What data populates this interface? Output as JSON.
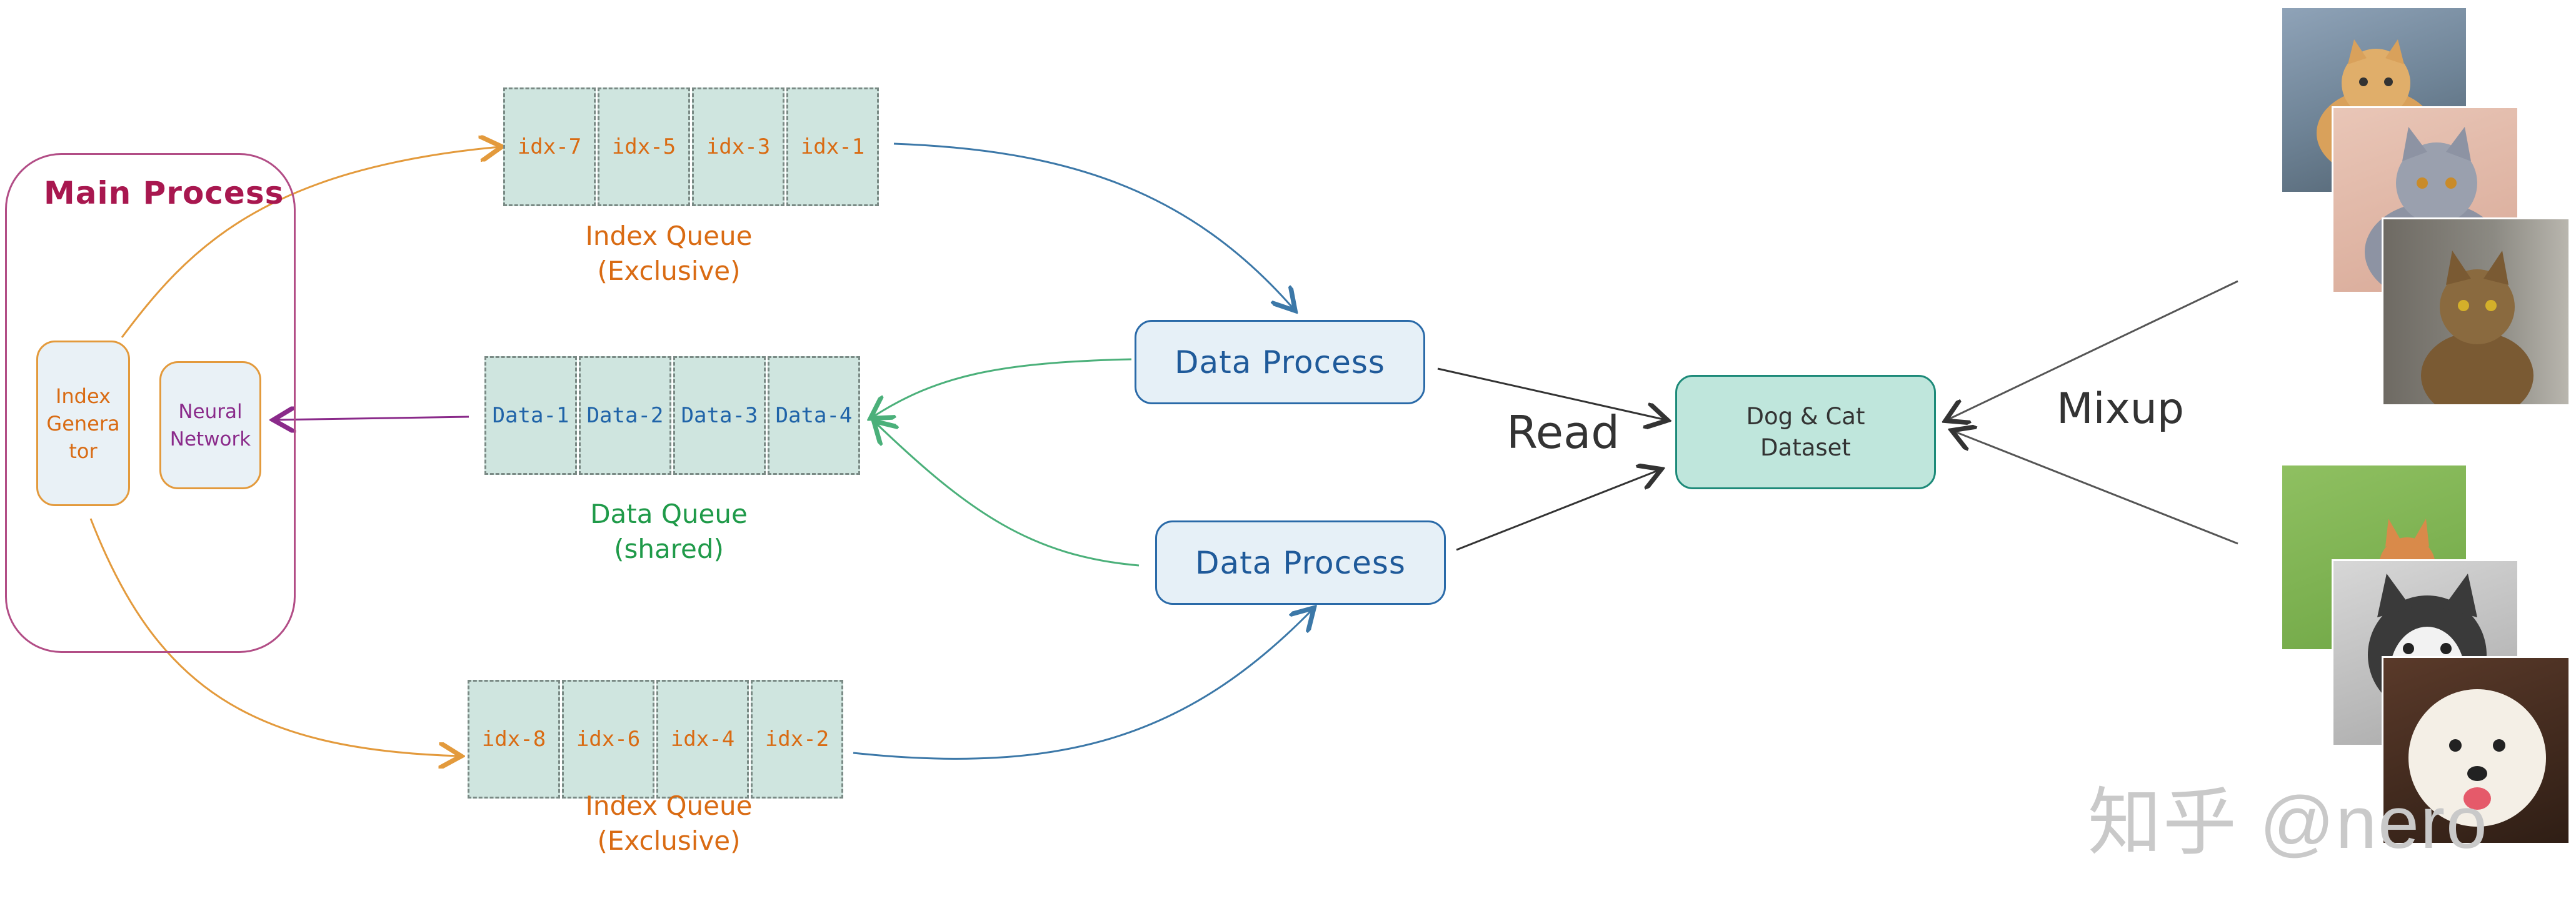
{
  "main_process": {
    "title": "Main Process",
    "index_generator": [
      "Index",
      "Genera",
      "tor"
    ],
    "neural_network": [
      "Neural",
      "Network"
    ]
  },
  "index_queue_top": {
    "cells": [
      "idx-7",
      "idx-5",
      "idx-3",
      "idx-1"
    ],
    "label": [
      "Index Queue",
      "(Exclusive)"
    ]
  },
  "data_queue": {
    "cells": [
      "Data-1",
      "Data-2",
      "Data-3",
      "Data-4"
    ],
    "label": [
      "Data Queue",
      "(shared)"
    ]
  },
  "index_queue_bottom": {
    "cells": [
      "idx-8",
      "idx-6",
      "idx-4",
      "idx-2"
    ],
    "label": [
      "Index Queue",
      "(Exclusive)"
    ]
  },
  "data_process_1": "Data Process",
  "data_process_2": "Data Process",
  "dataset": [
    "Dog & Cat",
    "Dataset"
  ],
  "read_label": "Read",
  "mixup_label": "Mixup",
  "watermark": "知乎 @nero",
  "photos": {
    "cats": [
      "orange-cat-photo",
      "grey-cat-photo",
      "tabby-cat-photo"
    ],
    "dogs": [
      "shiba-dog-photo",
      "husky-dog-photo",
      "poodle-dog-photo"
    ]
  },
  "colors": {
    "main": "#b24d86",
    "index": "#d96b13",
    "data_queue": "#1f9a49",
    "process": "#2a6aa8",
    "dataset": "#1d8a79",
    "nn": "#8a2a8a"
  }
}
